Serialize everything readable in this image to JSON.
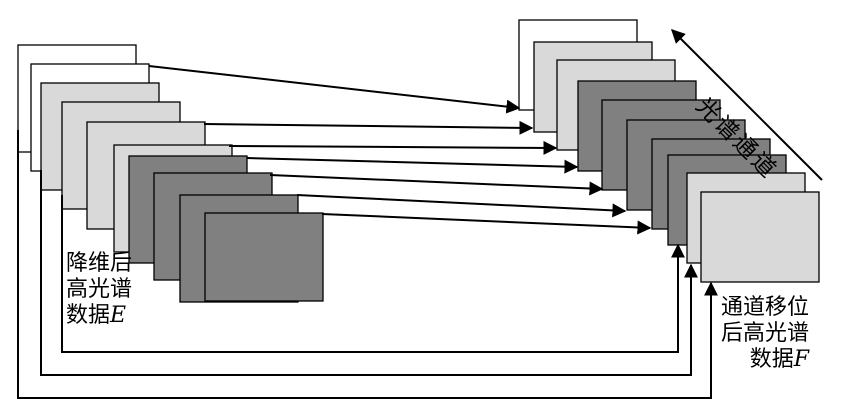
{
  "colors": {
    "white": "#ffffff",
    "light_gray": "#d9d9d9",
    "dark_gray": "#808080",
    "stroke": "#000000"
  },
  "stack_e": {
    "label_lines": [
      "降维后",
      "高光谱",
      "数据"
    ],
    "label_var": "E",
    "slice_colors": [
      "white",
      "white",
      "light_gray",
      "light_gray",
      "light_gray",
      "light_gray",
      "dark_gray",
      "dark_gray",
      "dark_gray",
      "dark_gray"
    ]
  },
  "stack_f": {
    "label_lines": [
      "通道移位",
      "后高光谱",
      "数据"
    ],
    "label_var": "F",
    "slice_colors": [
      "white",
      "light_gray",
      "light_gray",
      "dark_gray",
      "dark_gray",
      "dark_gray",
      "dark_gray",
      "dark_gray",
      "light_gray",
      "light_gray",
      "white"
    ]
  },
  "axis": {
    "label": "光谱通道"
  }
}
